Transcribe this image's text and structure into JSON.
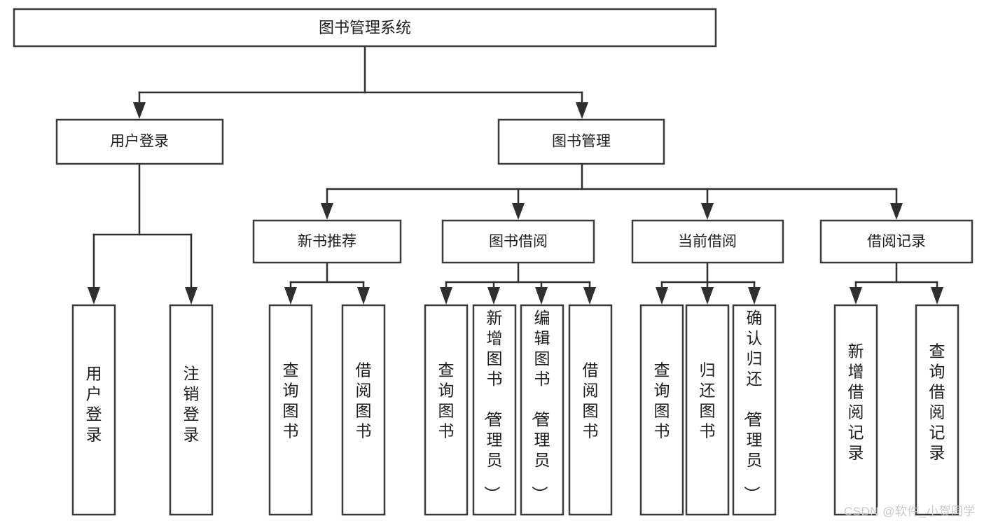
{
  "diagram": {
    "type": "tree-hierarchy",
    "title": "图书管理系统",
    "watermark": "CSDN @软件_小贺同学",
    "colors": {
      "background": "#ffffff",
      "box_border": "#3a3a3a",
      "connector": "#2f2f2f",
      "text": "#1c1c1c",
      "watermark": "#c9c9c9"
    },
    "root": {
      "label": "图书管理系统",
      "level": 0
    },
    "level1": [
      {
        "label": "用户登录",
        "level": 1
      },
      {
        "label": "图书管理",
        "level": 1
      }
    ],
    "level2": [
      {
        "label": "新书推荐",
        "level": 2,
        "parent": "图书管理"
      },
      {
        "label": "图书借阅",
        "level": 2,
        "parent": "图书管理"
      },
      {
        "label": "当前借阅",
        "level": 2,
        "parent": "图书管理"
      },
      {
        "label": "借阅记录",
        "level": 2,
        "parent": "图书管理"
      }
    ],
    "leaves": {
      "user_login": [
        {
          "label": "用户登录"
        },
        {
          "label": "注销登录"
        }
      ],
      "new_book_recommend": [
        {
          "label": "查询图书"
        },
        {
          "label": "借阅图书"
        }
      ],
      "book_borrow": [
        {
          "label": "查询图书"
        },
        {
          "label": "新增图书（管理员）"
        },
        {
          "label": "编辑图书（管理员）"
        },
        {
          "label": "借阅图书"
        }
      ],
      "current_borrow": [
        {
          "label": "查询图书"
        },
        {
          "label": "归还图书"
        },
        {
          "label": "确认归还（管理员）"
        }
      ],
      "borrow_record": [
        {
          "label": "新增借阅记录"
        },
        {
          "label": "查询借阅记录"
        }
      ]
    }
  }
}
